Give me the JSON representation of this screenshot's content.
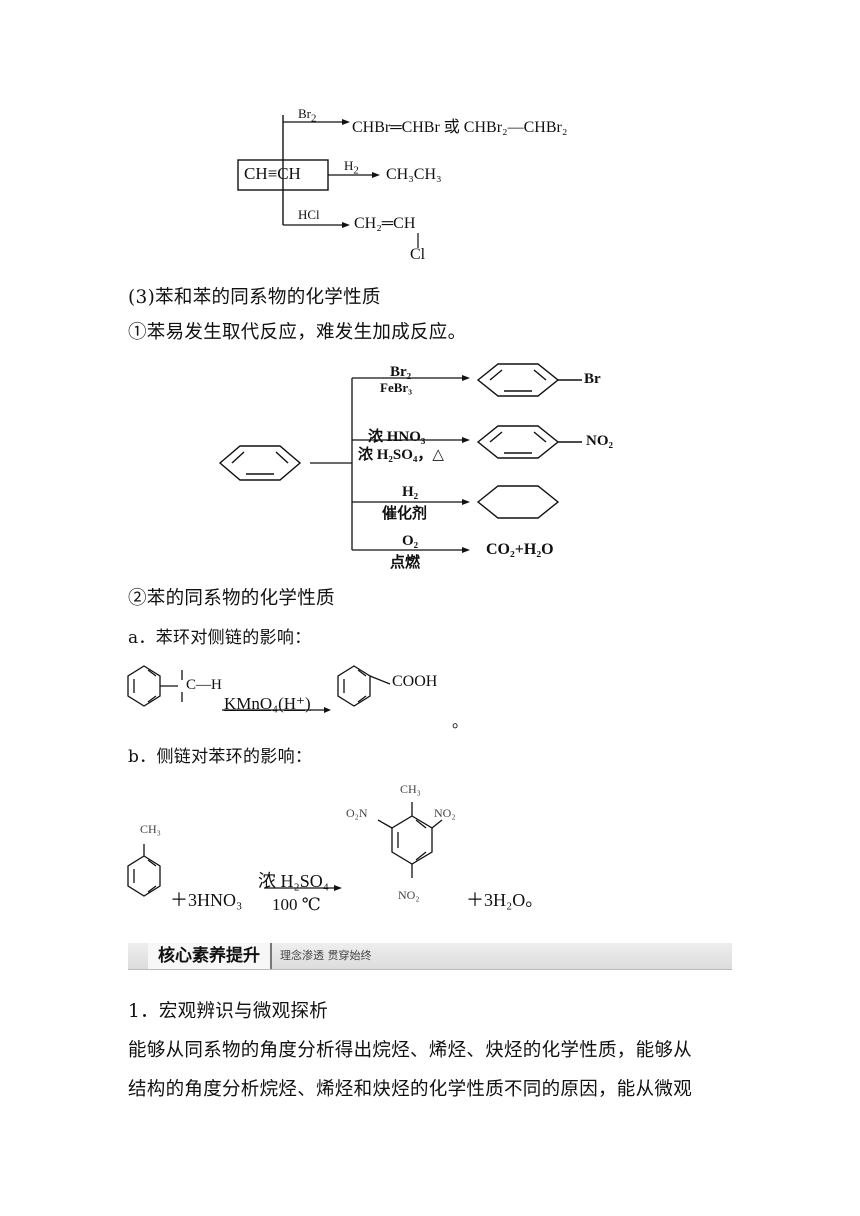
{
  "alkyne_reactions": {
    "reactant": "CH≡CH",
    "branches": [
      {
        "reagent": "Br",
        "reagent_sub": "2",
        "product": "CHBr═CHBr 或 CHBr₂—CHBr₂"
      },
      {
        "reagent": "H",
        "reagent_sub": "2",
        "product": "CH₃CH₃"
      },
      {
        "reagent": "HCl",
        "reagent_sub": "",
        "product": "CH₂═CH",
        "product_sub": "Cl"
      }
    ]
  },
  "section3_heading": "(3)苯和苯的同系物的化学性质",
  "item1": "①苯易发生取代反应，难发生加成反应。",
  "benzene_reactions": [
    {
      "reagent_top": "Br₂",
      "reagent_bottom": "FeBr₃",
      "product_group": "Br"
    },
    {
      "reagent_top": "浓 HNO₃",
      "reagent_bottom": "浓 H₂SO₄，△",
      "product_group": "NO₂"
    },
    {
      "reagent_top": "H₂",
      "reagent_bottom": "催化剂",
      "product_group": ""
    },
    {
      "reagent_top": "O₂",
      "reagent_bottom": "点燃",
      "product_text": "CO₂+H₂O"
    }
  ],
  "item2": "②苯的同系物的化学性质",
  "sub_a": "a．苯环对侧链的影响：",
  "oxidation": {
    "side_chain": "C—H",
    "reagent": "KMnO₄(H⁺)",
    "product_group": "COOH",
    "end_mark": "。"
  },
  "sub_b": "b．侧链对苯环的影响：",
  "nitration": {
    "reactant_group": "CH₃",
    "plus_reagent": "＋3HNO₃",
    "condition_top": "浓 H₂SO₄",
    "condition_bottom": "100 ℃",
    "product_groups": [
      "CH₃",
      "O₂N",
      "NO₂",
      "NO₂"
    ],
    "byproduct": "＋3H₂O。"
  },
  "banner": {
    "title": "核心素养提升",
    "subtitle": "理念渗透 贯穿始终"
  },
  "section1_heading": "1．宏观辨识与微观探析",
  "paragraph_lines": [
    "能够从同系物的角度分析得出烷烃、烯烃、炔烃的化学性质，能够从",
    "结构的角度分析烷烃、烯烃和炔烃的化学性质不同的原因，能从微观"
  ]
}
